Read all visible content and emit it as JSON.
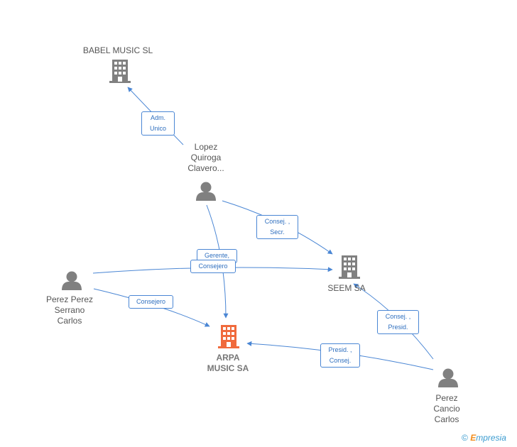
{
  "nodes": {
    "babel_music": {
      "label": "BABEL MUSIC SL",
      "type": "company"
    },
    "lopez": {
      "label": "Lopez\nQuiroga\nClavero...",
      "type": "person"
    },
    "seem": {
      "label": "SEEM SA",
      "type": "company"
    },
    "perez_perez": {
      "label": "Perez Perez\nSerrano\nCarlos",
      "type": "person"
    },
    "arpa": {
      "label": "ARPA\nMUSIC SA",
      "type": "company-main"
    },
    "perez_cancio": {
      "label": "Perez\nCancio\nCarlos",
      "type": "person"
    }
  },
  "edges": {
    "lopez_babel": {
      "label": "Adm.\nUnico"
    },
    "lopez_seem": {
      "label": "Consej. ,\nSecr."
    },
    "lopez_arpa": {
      "label": "Gerente,"
    },
    "perez_perez_seem": {
      "label": "Consejero"
    },
    "perez_perez_arpa": {
      "label": "Consejero"
    },
    "perez_cancio_seem": {
      "label": "Consej. ,\nPresid."
    },
    "perez_cancio_arpa": {
      "label": "Presid. ,\nConsej."
    }
  },
  "colors": {
    "edge": "#4a86d4",
    "icon": "#808080",
    "main_icon": "#f06a3c"
  },
  "footer": {
    "copyright": "©",
    "brand_first": "E",
    "brand_rest": "mpresia"
  }
}
